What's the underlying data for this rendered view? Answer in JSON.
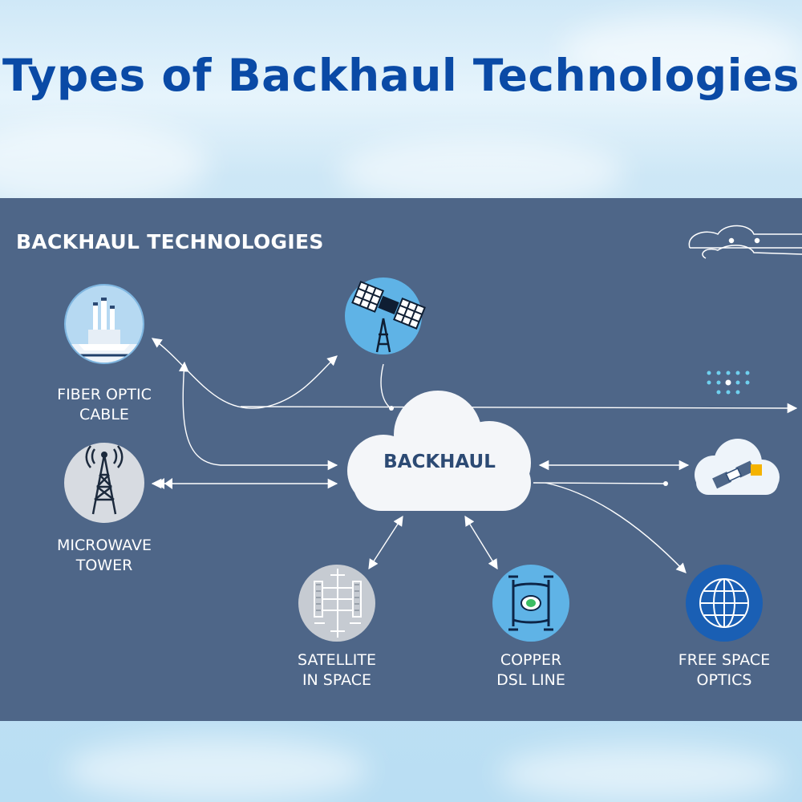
{
  "title": "Types of Backhaul Technologies",
  "diagram": {
    "heading": "BACKHAUL TECHNOLOGIES",
    "hub": "BACKHAUL",
    "nodes": [
      {
        "id": "fiber",
        "label": "FIBER OPTIC\nCABLE",
        "icon": "factory-icon"
      },
      {
        "id": "microwave",
        "label": "MICROWAVE\nTOWER",
        "icon": "tower-icon"
      },
      {
        "id": "satellite-top",
        "label": "",
        "icon": "satellite-icon"
      },
      {
        "id": "satellite",
        "label": "SATELLITE\nIN SPACE",
        "icon": "circuit-icon"
      },
      {
        "id": "copper",
        "label": "COPPER\nDSL LINE",
        "icon": "dsl-icon"
      },
      {
        "id": "fso",
        "label": "FREE SPACE\nOPTICS",
        "icon": "globe-icon"
      },
      {
        "id": "right-cloud",
        "label": "",
        "icon": "cloud-satellite-icon"
      }
    ],
    "colors": {
      "panel": "#4e6688",
      "title": "#0a4aa6",
      "hub_text": "#2c4a74",
      "fso_circle": "#1a5fb4"
    }
  }
}
